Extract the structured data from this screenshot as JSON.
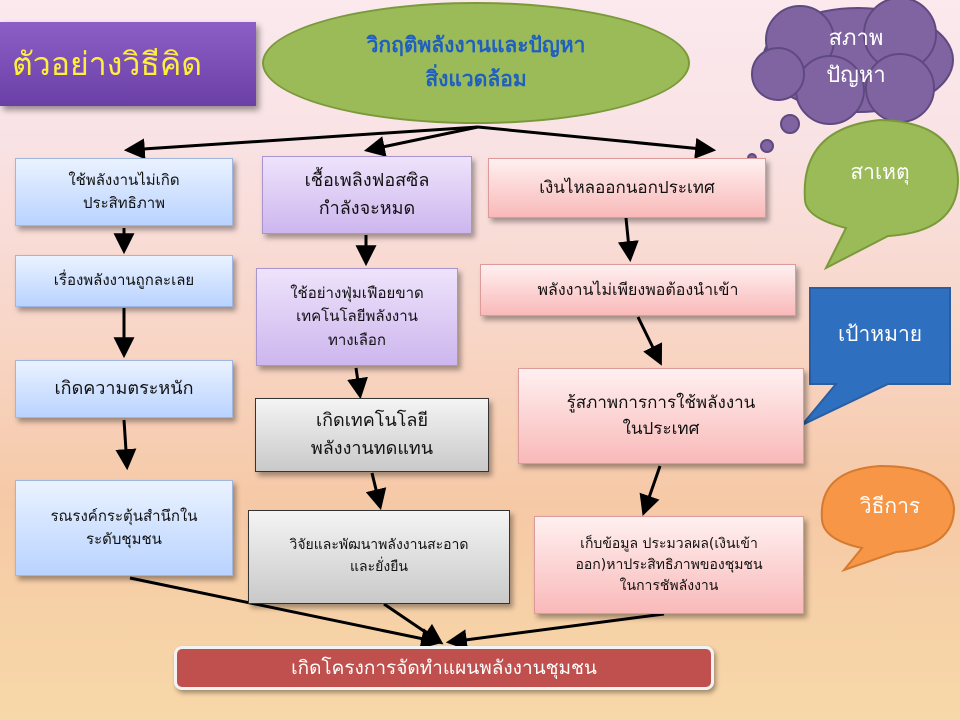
{
  "title": "ตัวอย่างวิธีคิด",
  "crisis": {
    "line1": "วิกฤติพลังงานและปัญหา",
    "line2": "สิ่งแวดล้อม"
  },
  "labels": {
    "problem_state": {
      "line1": "สภาพ",
      "line2": "ปัญหา"
    },
    "cause": "สาเหตุ",
    "goal": "เป้าหมาย",
    "method": "วิธีการ"
  },
  "column_left": {
    "box1": {
      "line1": "ใช้พลังงานไม่เกิด",
      "line2": "ประสิทธิภาพ"
    },
    "box2": "เรื่องพลังงานถูกละเลย",
    "box3": "เกิดความตระหนัก",
    "box4": {
      "line1": "รณรงค์กระตุ้นสำนึกใน",
      "line2": "ระดับชุมชน"
    }
  },
  "column_middle": {
    "box1": {
      "line1": "เชื้อเพลิงฟอสซิล",
      "line2": "กำลังจะหมด"
    },
    "box2": {
      "line1": "ใช้อย่างฟุ่มเฟือยขาด",
      "line2": "เทคโนโลยีพลังงาน",
      "line3": "ทางเลือก"
    },
    "box3": {
      "line1": "เกิดเทคโนโลยี",
      "line2": "พลังงานทดแทน"
    },
    "box4": {
      "line1": "วิจัยและพัฒนาพลังงานสะอาด",
      "line2": "และยั่งยืน"
    }
  },
  "column_right": {
    "box1": "เงินไหลออกนอกประเทศ",
    "box2": "พลังงานไม่เพียงพอต้องนำเข้า",
    "box3": {
      "line1": "รู้สภาพการการใช้พลังงาน",
      "line2": "ในประเทศ"
    },
    "box4": {
      "line1": "เก็บข้อมูล ประมวลผล(เงินเข้า",
      "line2": "ออก)หาประสิทธิภาพของชุมชน",
      "line3": "ในการชัพลังงาน"
    }
  },
  "footer": "เกิดโครงการจัดทำแผนพลังงานชุมชน",
  "colors": {
    "title_bg": "#7448b3",
    "title_text": "#ffef3c",
    "crisis_fill": "#9bbb59",
    "crisis_text": "#1f5fbf",
    "thought_cloud": "#8064a2",
    "cause_bubble": "#9bbb59",
    "goal_callout": "#2f6fc0",
    "method_bubble": "#f79646",
    "footer_bg": "#c0504d"
  }
}
